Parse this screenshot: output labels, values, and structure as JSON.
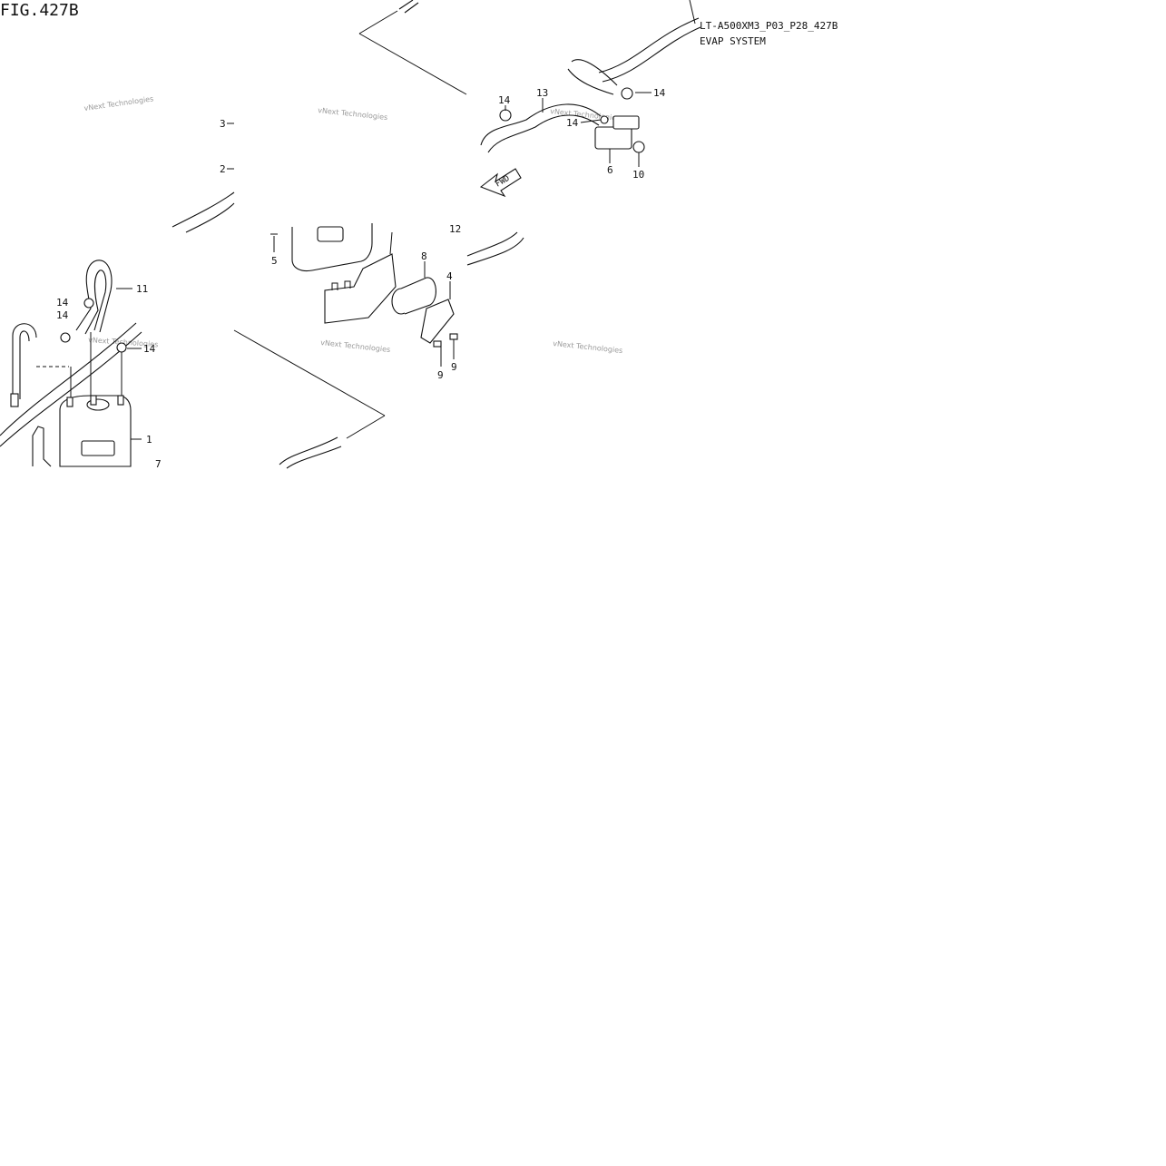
{
  "figure": {
    "title": "FIG.427B",
    "drawing_code": "LT-A500XM3_P03_P28_427B",
    "system_name": "EVAP SYSTEM"
  },
  "watermark": "vNext Technologies",
  "fwd_label": "FWD",
  "callouts": [
    {
      "id": "c14a",
      "text": "14"
    },
    {
      "id": "c13",
      "text": "13"
    },
    {
      "id": "c14b",
      "text": "14"
    },
    {
      "id": "c14c",
      "text": "14"
    },
    {
      "id": "c6",
      "text": "6"
    },
    {
      "id": "c10",
      "text": "10"
    },
    {
      "id": "c3",
      "text": "3"
    },
    {
      "id": "c2",
      "text": "2"
    },
    {
      "id": "c12",
      "text": "12"
    },
    {
      "id": "c5",
      "text": "5"
    },
    {
      "id": "c8",
      "text": "8"
    },
    {
      "id": "c4",
      "text": "4"
    },
    {
      "id": "c11",
      "text": "11"
    },
    {
      "id": "c14d",
      "text": "14"
    },
    {
      "id": "c14e",
      "text": "14"
    },
    {
      "id": "c14f",
      "text": "14"
    },
    {
      "id": "c9a",
      "text": "9"
    },
    {
      "id": "c9b",
      "text": "9"
    },
    {
      "id": "c1",
      "text": "1"
    },
    {
      "id": "c7",
      "text": "7"
    }
  ]
}
